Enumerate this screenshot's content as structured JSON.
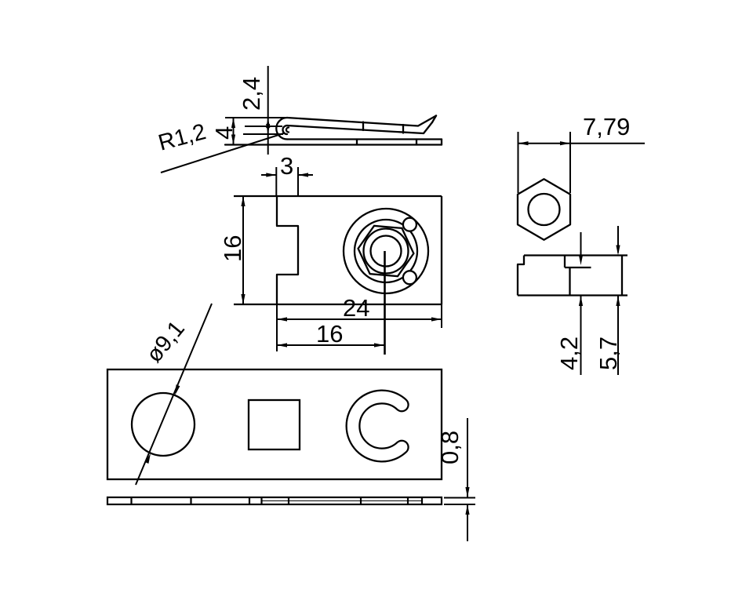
{
  "drawing": {
    "type": "technical-orthographic-drawing",
    "part": "sheet-metal spring clip nut (captive speed nut)",
    "colors": {
      "line": "#000000",
      "background": "#ffffff"
    },
    "dims": {
      "spring_arch_height": "2,4",
      "spring_total_height": "4",
      "bend_radius": "R1,2",
      "notch_width": "3",
      "body_height": "16",
      "body_width": "24",
      "nut_center_offset": "16",
      "hole_diameter": "ø9,1",
      "material_thickness": "0,8",
      "nut_across_flats": "7,79",
      "nut_step_height": "4,2",
      "nut_total_height": "5,7"
    }
  }
}
